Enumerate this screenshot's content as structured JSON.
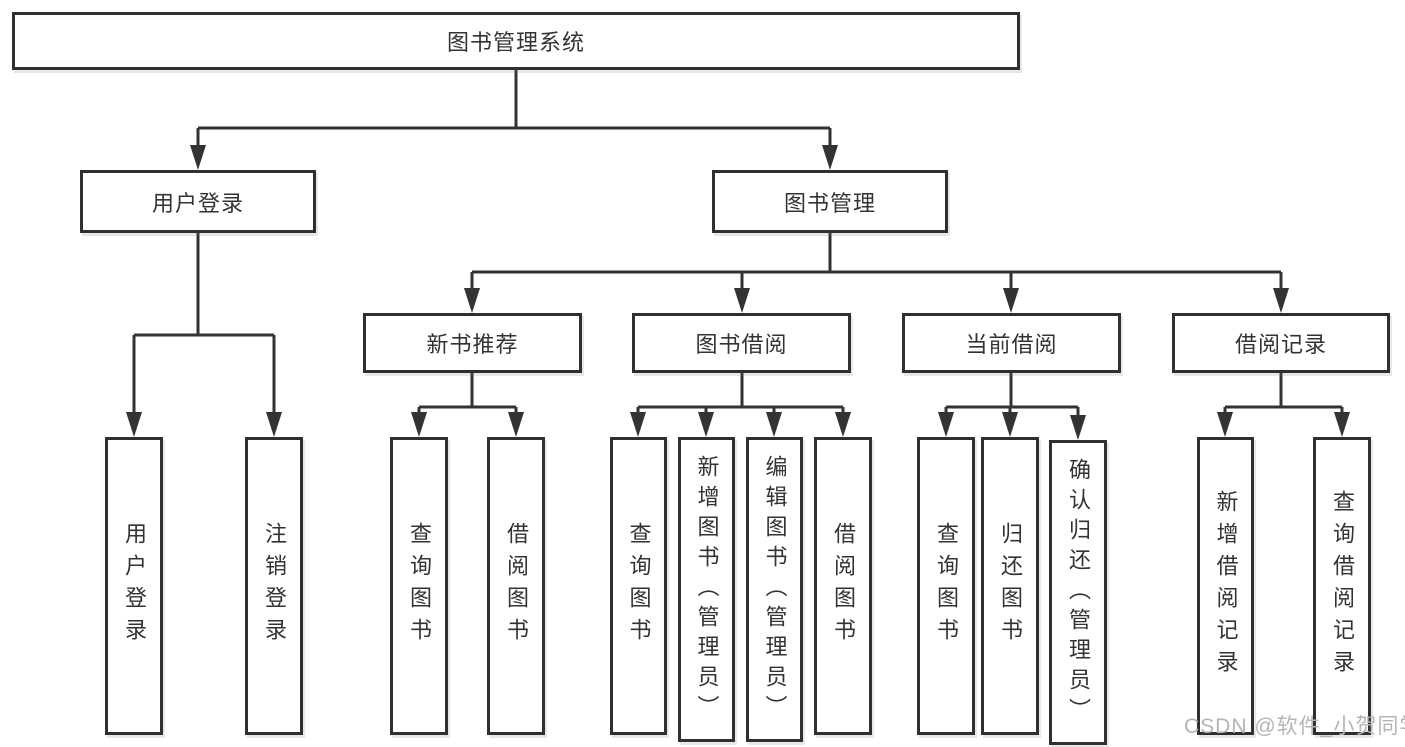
{
  "root": {
    "label": "图书管理系统"
  },
  "level2": {
    "user_login": "用户登录",
    "book_mgmt": "图书管理"
  },
  "level3": {
    "new_books": "新书推荐",
    "book_borrow": "图书借阅",
    "current_borrow": "当前借阅",
    "borrow_records": "借阅记录"
  },
  "leaves": {
    "user_login": [
      "用户登录",
      "注销登录"
    ],
    "new_books": [
      "查询图书",
      "借阅图书"
    ],
    "book_borrow": [
      "查询图书",
      "新增图书（管理员）",
      "编辑图书（管理员）",
      "借阅图书"
    ],
    "current_borrow": [
      "查询图书",
      "归还图书",
      "确认归还（管理员）"
    ],
    "borrow_records": [
      "新增借阅记录",
      "查询借阅记录"
    ]
  },
  "watermark": "CSDN @软件_小贺同学",
  "colors": {
    "line": "#333333",
    "box_border": "#2f2f2f",
    "background": "#ffffff",
    "watermark": "#b5b5b5"
  }
}
